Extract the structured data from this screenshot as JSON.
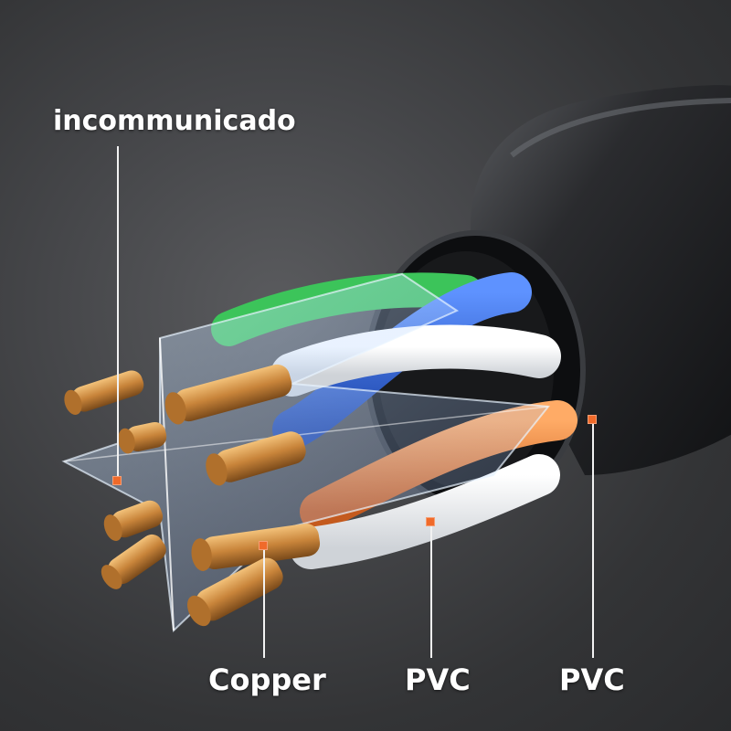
{
  "labels": {
    "insulator": "incommunicado",
    "conductor": "Copper",
    "wire_insulation": "PVC",
    "outer_jacket": "PVC"
  },
  "colors": {
    "marker": "#f06a2a",
    "leader_line": "#f2f2f2",
    "jacket": "#1e1f21",
    "copper": "#c88a3a",
    "wire_blue": "#2f6bd8",
    "wire_white": "#f4f4f4",
    "wire_orange": "#f08a3c",
    "wire_green": "#3cc45a"
  }
}
